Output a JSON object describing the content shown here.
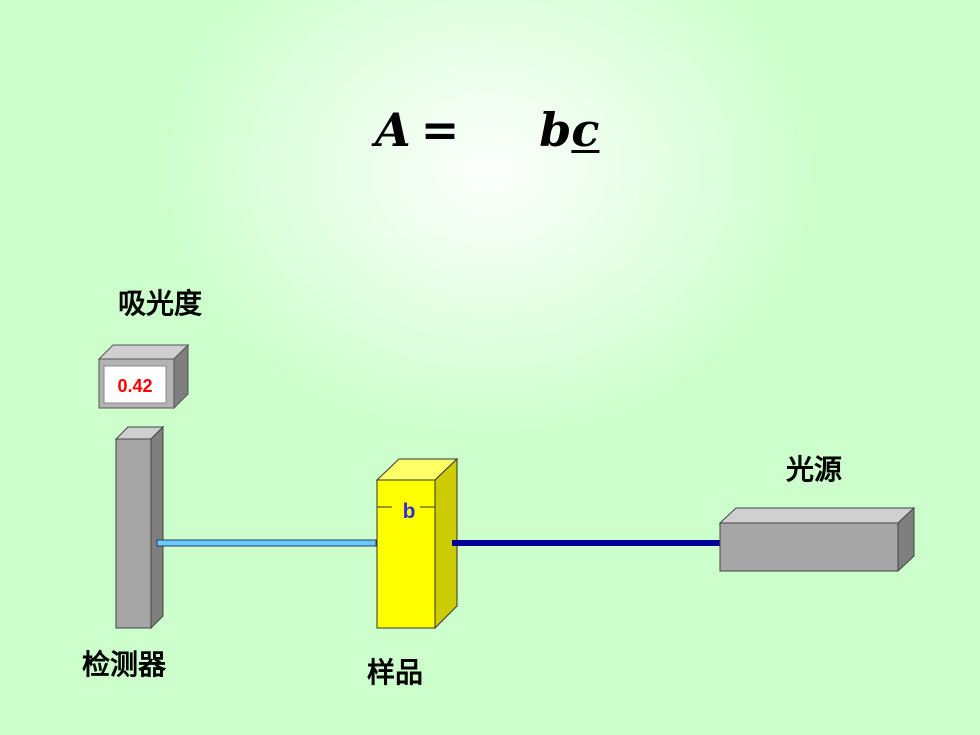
{
  "equation": {
    "lhs": "A",
    "equals": "=",
    "term_b": "b",
    "term_c": "c"
  },
  "labels": {
    "absorbance": "吸光度",
    "detector": "检测器",
    "sample": "样品",
    "light_source": "光源"
  },
  "meter": {
    "reading": "0.42"
  },
  "sample_cell": {
    "path_length_label": "b"
  },
  "colors": {
    "background": "#ccffcc",
    "sample_fill": "#ffff00",
    "incident_beam": "#000099",
    "transmitted_beam": "#66ccff",
    "reading_text": "#ff0000",
    "path_label_text": "#3333cc",
    "device_gray": "#a6a6a6"
  }
}
